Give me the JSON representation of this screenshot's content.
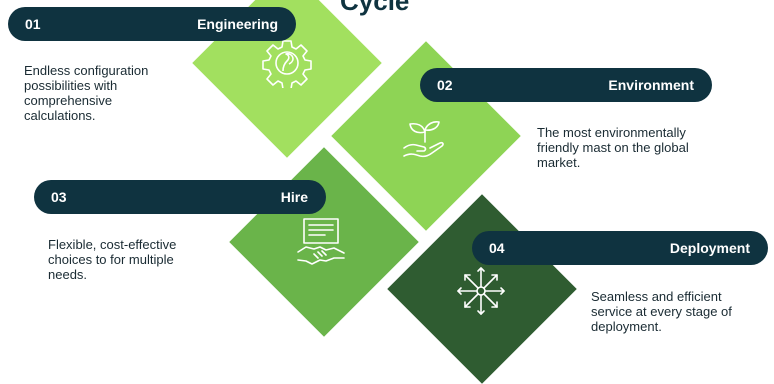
{
  "title": "Cycle",
  "steps": [
    {
      "number": "01",
      "label": "Engineering",
      "description": "Endless configuration possibilities with comprehensive calculations.",
      "icon": "gear-icon"
    },
    {
      "number": "02",
      "label": "Environment",
      "description": "The most environmentally friendly mast on the global market.",
      "icon": "plant-in-hand-icon"
    },
    {
      "number": "03",
      "label": "Hire",
      "description": "Flexible, cost-effective choices to for multiple needs.",
      "icon": "contract-handshake-icon"
    },
    {
      "number": "04",
      "label": "Deployment",
      "description": "Seamless and efficient service at every stage of deployment.",
      "icon": "expand-arrows-icon"
    }
  ],
  "colors": {
    "pill": "#0f3340",
    "diamond_1": "#a2e05f",
    "diamond_2": "#8ed455",
    "diamond_3": "#6ab44a",
    "diamond_4": "#2f5c31"
  }
}
